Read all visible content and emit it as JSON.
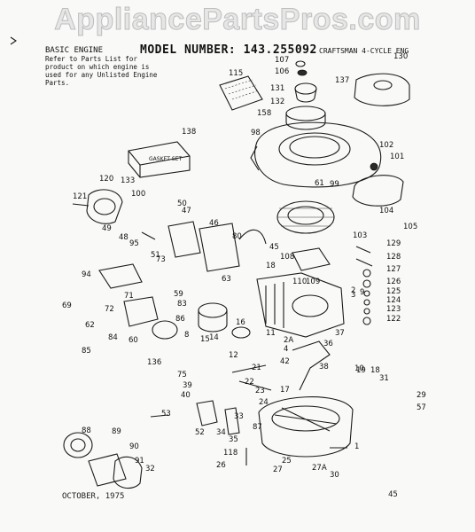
{
  "watermark": "AppliancePartsPros.com",
  "header": {
    "basic_engine": "BASIC ENGINE",
    "model_line": "MODEL NUMBER: 143.255092",
    "craftsman": "CRAFTSMAN 4-CYCLE ENG",
    "note": "Refer to Parts List for product on which engine is used for any Unlisted Engine Parts."
  },
  "gasket_set_label": "GASKET SET",
  "footer": {
    "date": "OCTOBER, 1975",
    "page": "45"
  },
  "part_numbers": [
    "107",
    "106",
    "130",
    "137",
    "115",
    "131",
    "132",
    "158",
    "138",
    "98",
    "102",
    "101",
    "120",
    "133",
    "100",
    "121",
    "50",
    "47",
    "46",
    "99",
    "104",
    "49",
    "48",
    "95",
    "51",
    "80",
    "45",
    "108",
    "103",
    "105",
    "129",
    "128",
    "94",
    "73",
    "18",
    "109",
    "127",
    "126",
    "125",
    "124",
    "123",
    "122",
    "2",
    "110",
    "71",
    "69",
    "72",
    "62",
    "59",
    "83",
    "84",
    "60",
    "86",
    "8",
    "15",
    "14",
    "16",
    "12",
    "2A",
    "4",
    "36",
    "37",
    "42",
    "85",
    "136",
    "75",
    "39",
    "40",
    "22",
    "21",
    "23",
    "24",
    "17",
    "19",
    "18",
    "31",
    "29",
    "57",
    "53",
    "52",
    "34",
    "33",
    "35",
    "87",
    "88",
    "89",
    "90",
    "91",
    "32",
    "118",
    "26",
    "25",
    "27",
    "27A",
    "30",
    "1",
    "3",
    "9",
    "61",
    "63",
    "11",
    "10",
    "38"
  ]
}
